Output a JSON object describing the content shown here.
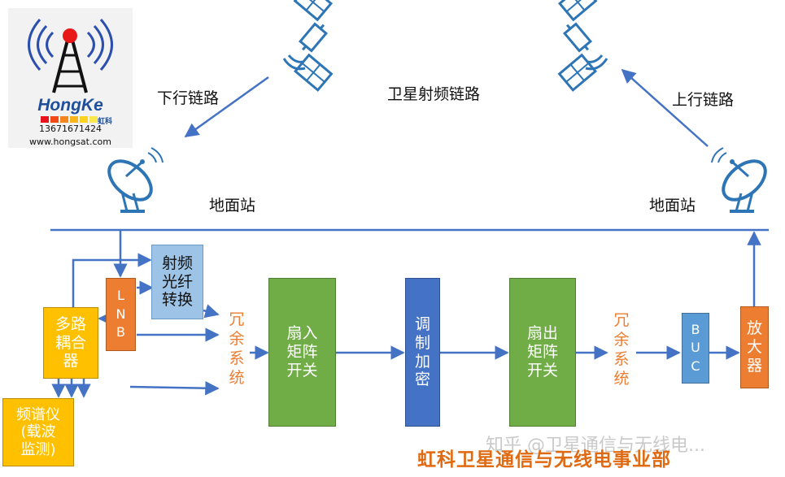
{
  "logo": {
    "brand": "HongKe",
    "brand_cn": "虹科",
    "phone": "13671671424",
    "website": "www.hongsat.com"
  },
  "labels": {
    "downlink": "下行链路",
    "uplink": "上行链路",
    "satellite_rf_link": "卫星射频链路",
    "ground_station_left": "地面站",
    "ground_station_right": "地面站"
  },
  "blocks": {
    "rf_fiber_convert": "射频\n光纤\n转换",
    "lnb": "L\nN\nB",
    "multi_coupler": "多路\n耦合\n器",
    "spectrum_analyzer": "频谱仪\n(载波\n监测)",
    "redundancy_left": "冗\n余\n系\n统",
    "fan_in_matrix": "扇入\n矩阵\n开关",
    "mod_encrypt": "调\n制\n加\n密",
    "fan_out_matrix": "扇出\n矩阵\n开关",
    "redundancy_right": "冗\n余\n系\n统",
    "buc": "B\nU\nC",
    "amplifier": "放\n大\n器"
  },
  "watermark": "知乎 @卫星通信与无线电...",
  "footer": "虹科卫星通信与无线电事业部",
  "colors": {
    "arrow": "#4472c4",
    "green": "#70ad47",
    "orange": "#ed7d31",
    "amber": "#ffc000",
    "blue": "#4472c4",
    "light_blue": "#9dc3e6",
    "satellite": "#2e75b6"
  }
}
